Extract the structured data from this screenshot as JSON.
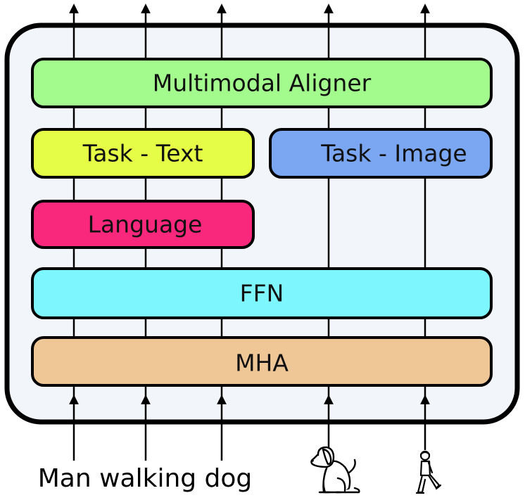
{
  "diagram": {
    "boxes": {
      "aligner": {
        "label": "Multimodal Aligner",
        "color": "#a3fb8e"
      },
      "task_text": {
        "label": "Task - Text",
        "color": "#e5fd46"
      },
      "task_image": {
        "label": "Task - Image",
        "color": "#7aa6f2"
      },
      "language": {
        "label": "Language",
        "color": "#f9287c"
      },
      "ffn": {
        "label": "FFN",
        "color": "#7ef6fd"
      },
      "mha": {
        "label": "MHA",
        "color": "#efc696"
      }
    },
    "container_color": "#f2f5f9",
    "input_text": "Man walking dog",
    "input_icons": [
      "dog-icon",
      "walking-man-icon"
    ]
  }
}
